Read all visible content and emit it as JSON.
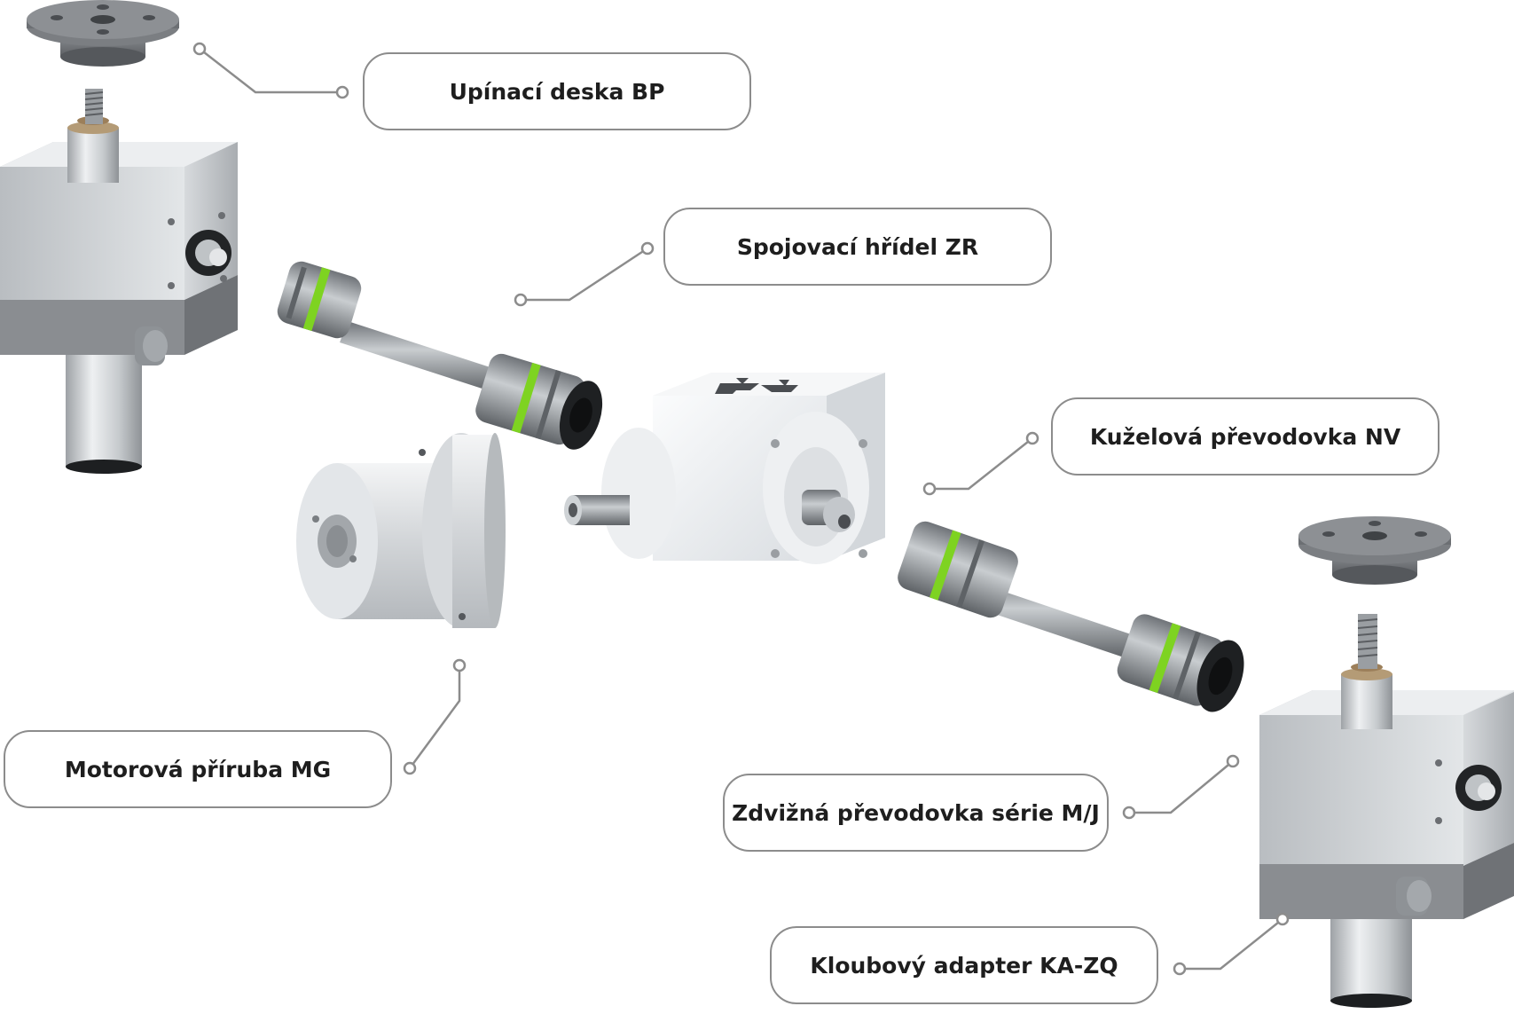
{
  "colors": {
    "leader": "#8c8c8c",
    "label_border": "#8c8c8c",
    "label_text": "#1e1e1e",
    "metal_light": "#e6e8ea",
    "metal_mid": "#c3c7cb",
    "metal_dark": "#7d8186",
    "housing_band": "#8a8d91",
    "gearbox_white": "#f1f3f5",
    "coupling_green": "#7ed321",
    "baseplate": "#7b7e82"
  },
  "components": [
    {
      "id": "baseplate",
      "label": "Upínací deska BP"
    },
    {
      "id": "shaft",
      "label": "Spojovací hřídel ZR"
    },
    {
      "id": "bevel",
      "label": "Kuželová převodovka NV"
    },
    {
      "id": "flange",
      "label": "Motorová příruba MG"
    },
    {
      "id": "jack",
      "label": "Zdvižná převodovka série M/J"
    },
    {
      "id": "adapter",
      "label": "Kloubový adapter KA-ZQ"
    }
  ],
  "icons": {
    "bevel_logo": "arrows-logo-icon"
  }
}
